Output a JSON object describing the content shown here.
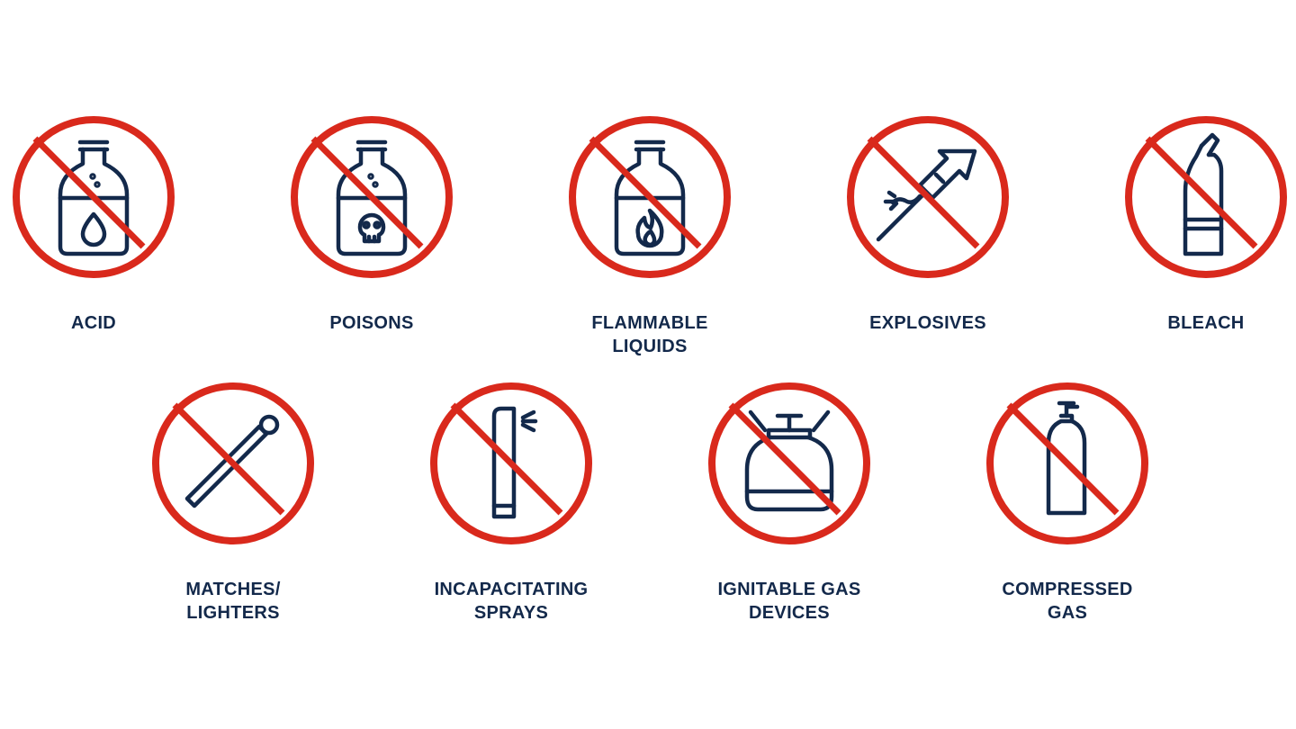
{
  "colors": {
    "prohibition_red": "#d9291c",
    "icon_navy": "#13294b",
    "background": "#ffffff"
  },
  "items": [
    {
      "label": "ACID",
      "icon": "acid-bottle-icon"
    },
    {
      "label": "POISONS",
      "icon": "poison-bottle-icon"
    },
    {
      "label": "FLAMMABLE\nLIQUIDS",
      "icon": "flammable-liquid-bottle-icon"
    },
    {
      "label": "EXPLOSIVES",
      "icon": "firework-rocket-icon"
    },
    {
      "label": "BLEACH",
      "icon": "bleach-bottle-icon"
    },
    {
      "label": "MATCHES/\nLIGHTERS",
      "icon": "match-stick-icon"
    },
    {
      "label": "INCAPACITATING\nSPRAYS",
      "icon": "spray-can-icon"
    },
    {
      "label": "IGNITABLE GAS\nDEVICES",
      "icon": "gas-canister-stove-icon"
    },
    {
      "label": "COMPRESSED\nGAS",
      "icon": "gas-cylinder-icon"
    }
  ]
}
